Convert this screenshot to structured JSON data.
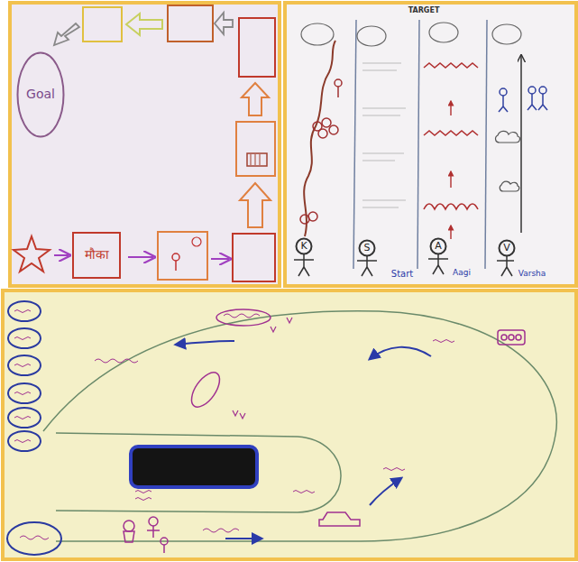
{
  "diagram": {
    "nodes": [
      {
        "text": [
          "मौका"
        ]
      },
      {
        "text": [
          "Goal"
        ]
      },
      {
        "text": [
          "K"
        ]
      },
      {
        "text": [
          "S"
        ]
      },
      {
        "text": [
          "A"
        ]
      },
      {
        "text": [
          "V"
        ]
      }
    ],
    "labels": [
      "TARGET",
      "Start",
      "Aagi",
      "Varsha"
    ]
  }
}
